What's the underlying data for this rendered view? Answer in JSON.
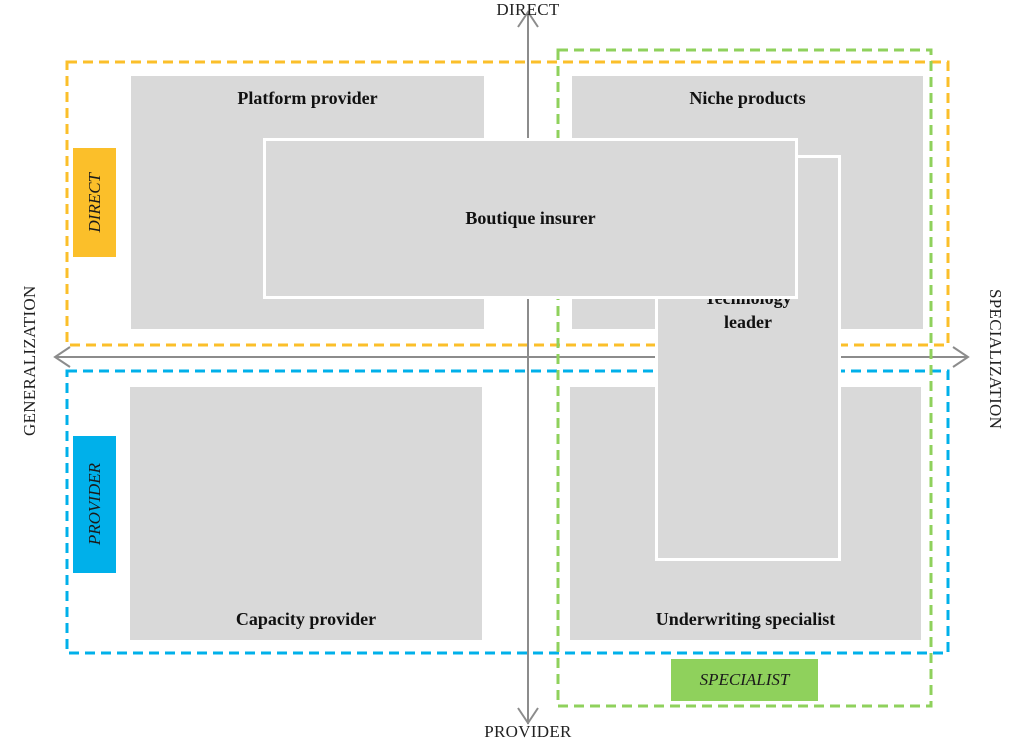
{
  "axes": {
    "top": "DIRECT",
    "bottom": "PROVIDER",
    "left": "GENERALIZATION",
    "right": "SPECIALIZATION",
    "color": "#8c8c8c"
  },
  "groups": {
    "direct": {
      "label": "DIRECT",
      "color": "#fbbf2a"
    },
    "provider": {
      "label": "PROVIDER",
      "color": "#00b0ea"
    },
    "specialist": {
      "label": "SPECIALIST",
      "color": "#8fd15c"
    }
  },
  "quadrants": {
    "top_left": "Platform provider",
    "top_right": "Niche products",
    "bottom_left": "Capacity provider",
    "bottom_right": "Underwriting specialist"
  },
  "overlays": {
    "boutique": "Boutique insurer",
    "technology_line1": "Technology",
    "technology_line2": "leader"
  },
  "colors": {
    "box_fill": "#d9d9d9",
    "box_border": "#ffffff"
  }
}
